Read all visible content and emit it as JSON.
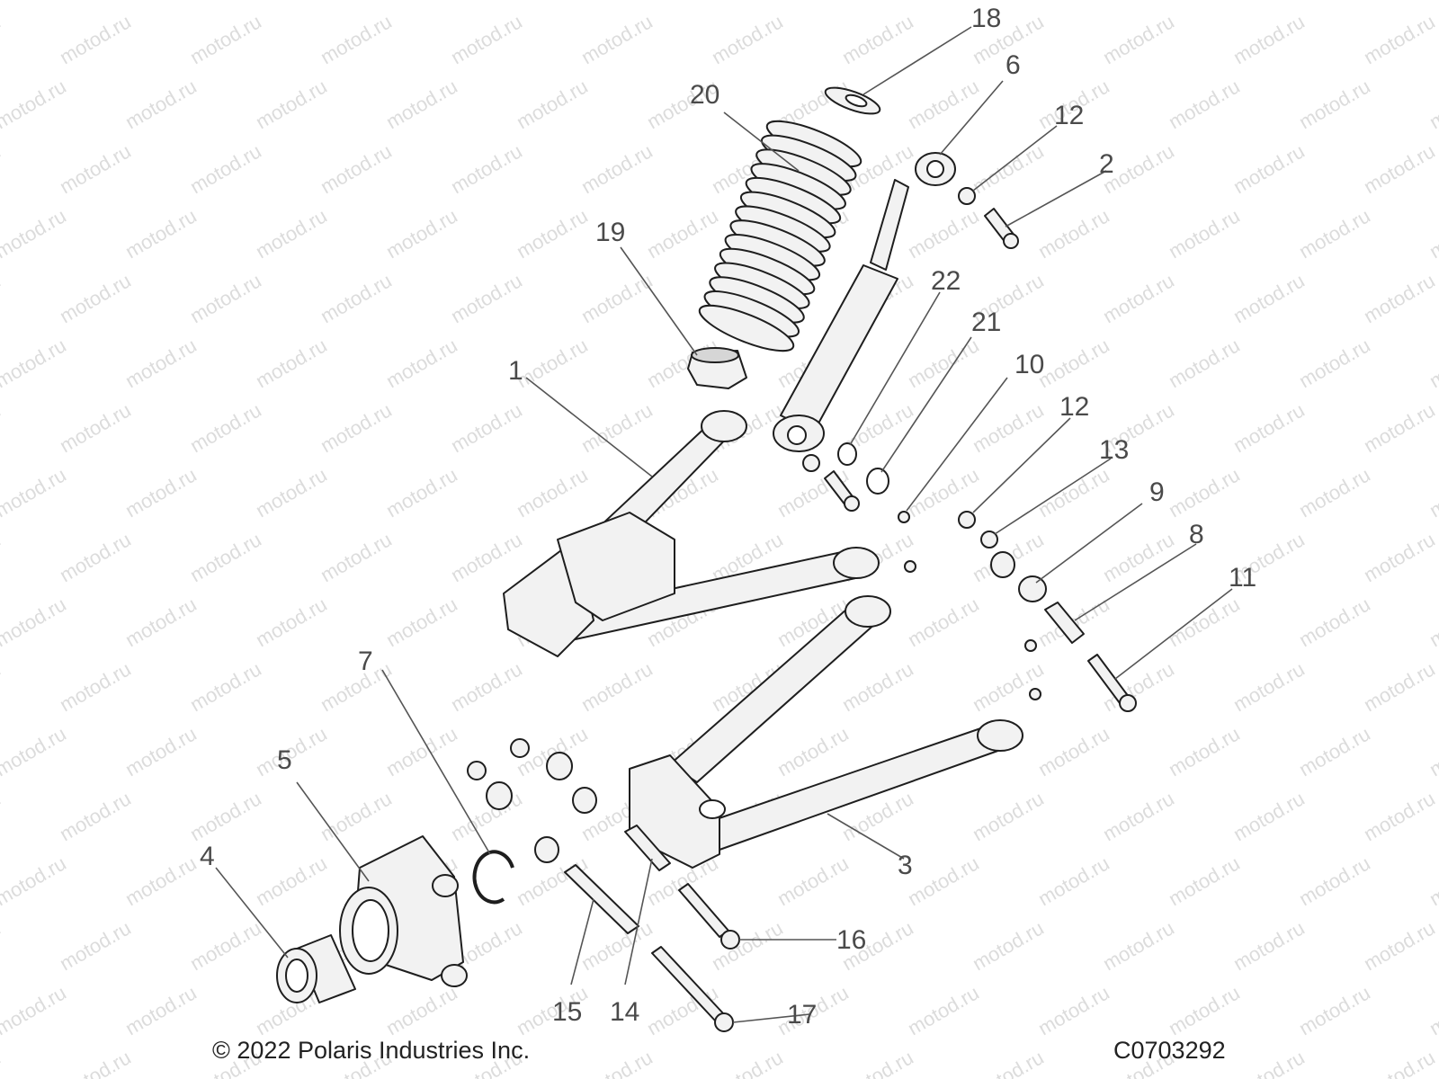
{
  "watermark_text": "motod.ru",
  "footer": {
    "copyright": "© 2022 Polaris Industries Inc.",
    "code": "C0703292"
  },
  "callouts": {
    "c1": "1",
    "c2": "2",
    "c3": "3",
    "c4": "4",
    "c5": "5",
    "c6": "6",
    "c7": "7",
    "c8": "8",
    "c9": "9",
    "c10": "10",
    "c11": "11",
    "c12a": "12",
    "c12b": "12",
    "c13": "13",
    "c14": "14",
    "c15": "15",
    "c16": "16",
    "c17": "17",
    "c18": "18",
    "c19": "19",
    "c20": "20",
    "c21": "21",
    "c22": "22"
  },
  "colors": {
    "line": "#1e1e1e",
    "fill": "#f2f2f2",
    "callout": "#4a4a4a",
    "watermark": "#dcdcdc"
  }
}
